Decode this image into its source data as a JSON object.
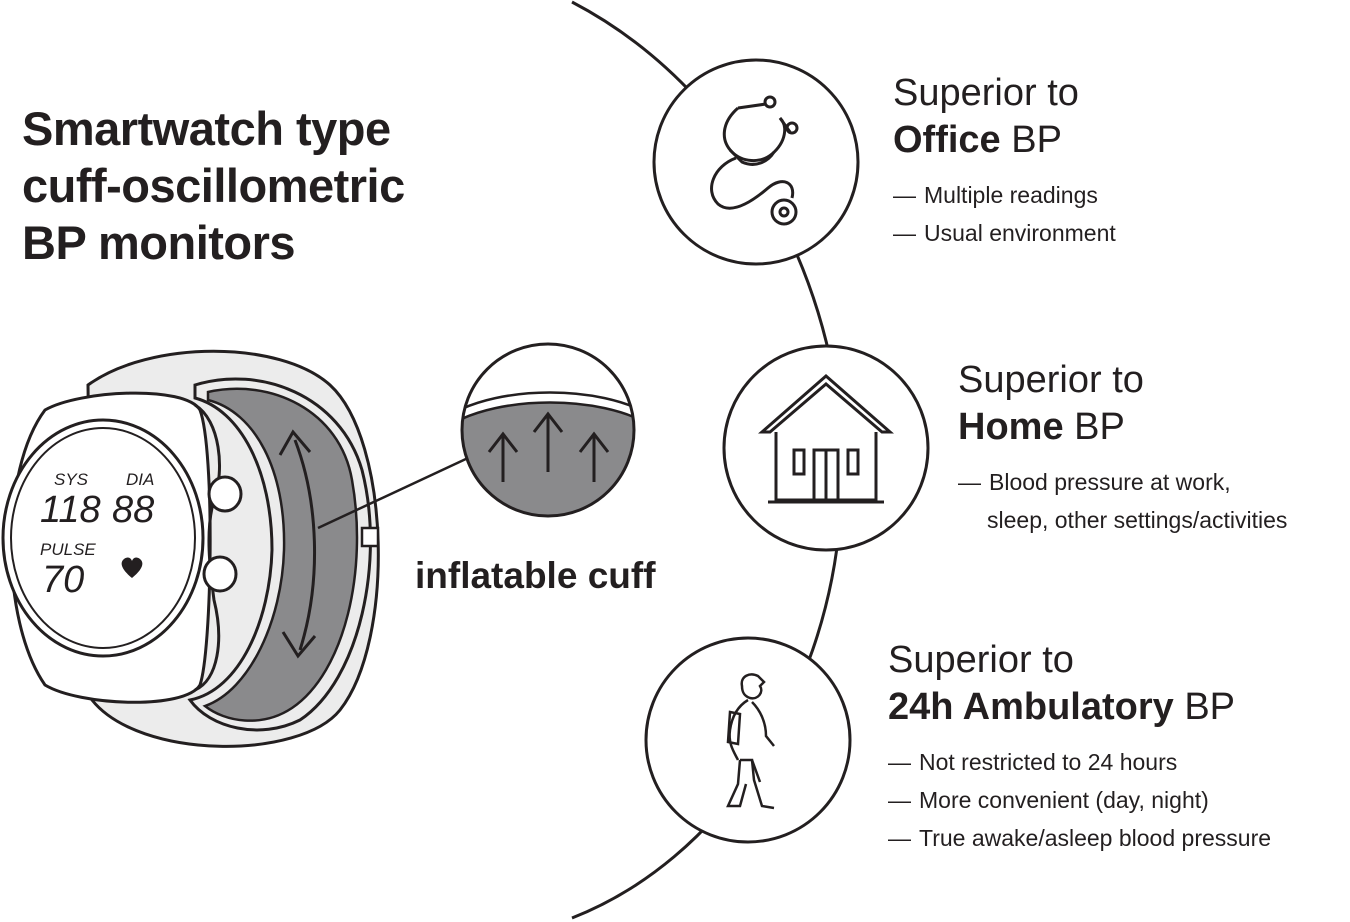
{
  "title": {
    "line1": "Smartwatch type",
    "line2": "cuff-oscillometric",
    "line3": "BP monitors"
  },
  "watch": {
    "sys_label": "SYS",
    "dia_label": "DIA",
    "sys_value": "118",
    "dia_value": "88",
    "pulse_label": "PULSE",
    "pulse_value": "70",
    "heart_icon": "heart-icon"
  },
  "cuff_label": "inflatable cuff",
  "panels": [
    {
      "icon": "stethoscope-icon",
      "line1": "Superior to",
      "bold": "Office",
      "suffix": "BP",
      "bullets": [
        "Multiple readings",
        "Usual environment"
      ]
    },
    {
      "icon": "house-icon",
      "line1": "Superior to",
      "bold": "Home",
      "suffix": "BP",
      "bullets": [
        "Blood pressure at work,",
        "sleep, other settings/activities"
      ]
    },
    {
      "icon": "walking-person-icon",
      "line1": "Superior to",
      "bold": "24h Ambulatory",
      "suffix": "BP",
      "bullets": [
        "Not restricted to 24 hours",
        "More convenient (day, night)",
        "True awake/asleep blood pressure"
      ]
    }
  ],
  "dash": "—",
  "colors": {
    "ink": "#231f20",
    "band": "#ececec",
    "cuff": "#8a8a8c"
  }
}
